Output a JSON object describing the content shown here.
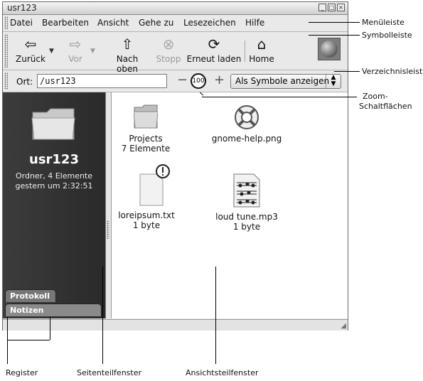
{
  "window": {
    "title": "usr123",
    "buttons": [
      "_",
      "□",
      "×"
    ]
  },
  "menubar": {
    "items": [
      "Datei",
      "Bearbeiten",
      "Ansicht",
      "Gehe zu",
      "Lesezeichen",
      "Hilfe"
    ]
  },
  "toolbar": {
    "back_label": "Zurück",
    "forward_label": "Vor",
    "up_label": "Nach oben",
    "stop_label": "Stopp",
    "reload_label": "Erneut laden",
    "home_label": "Home"
  },
  "location": {
    "label": "Ort:",
    "value": "/usr123",
    "zoom_minus": "−",
    "zoom_value": "100",
    "zoom_plus": "+",
    "view_mode": "Als Symbole anzeigen"
  },
  "sidepane": {
    "name": "usr123",
    "info_line1": "Ordner, 4 Elemente",
    "info_line2": "gestern um 2:32:51",
    "tabs": [
      "Protokoll",
      "Notizen"
    ]
  },
  "files": [
    {
      "name": "Projects",
      "sub": "7 Elemente",
      "icon": "folder-icon"
    },
    {
      "name": "gnome-help.png",
      "sub": "",
      "icon": "lifebuoy-icon"
    },
    {
      "name": "loreipsum.txt",
      "sub": "1 byte",
      "icon": "text-file-icon"
    },
    {
      "name": "loud tune.mp3",
      "sub": "1 byte",
      "icon": "music-file-icon"
    }
  ],
  "callouts": {
    "menubar": "Menüleiste",
    "toolbar": "Symbolleiste",
    "locationbar": "Verzeichnisleiste",
    "zoom_line1": "Zoom-",
    "zoom_line2": "Schaltflächen",
    "tabs": "Register",
    "sidepane": "Seitenteilfenster",
    "viewpane": "Ansichtsteilfenster"
  }
}
